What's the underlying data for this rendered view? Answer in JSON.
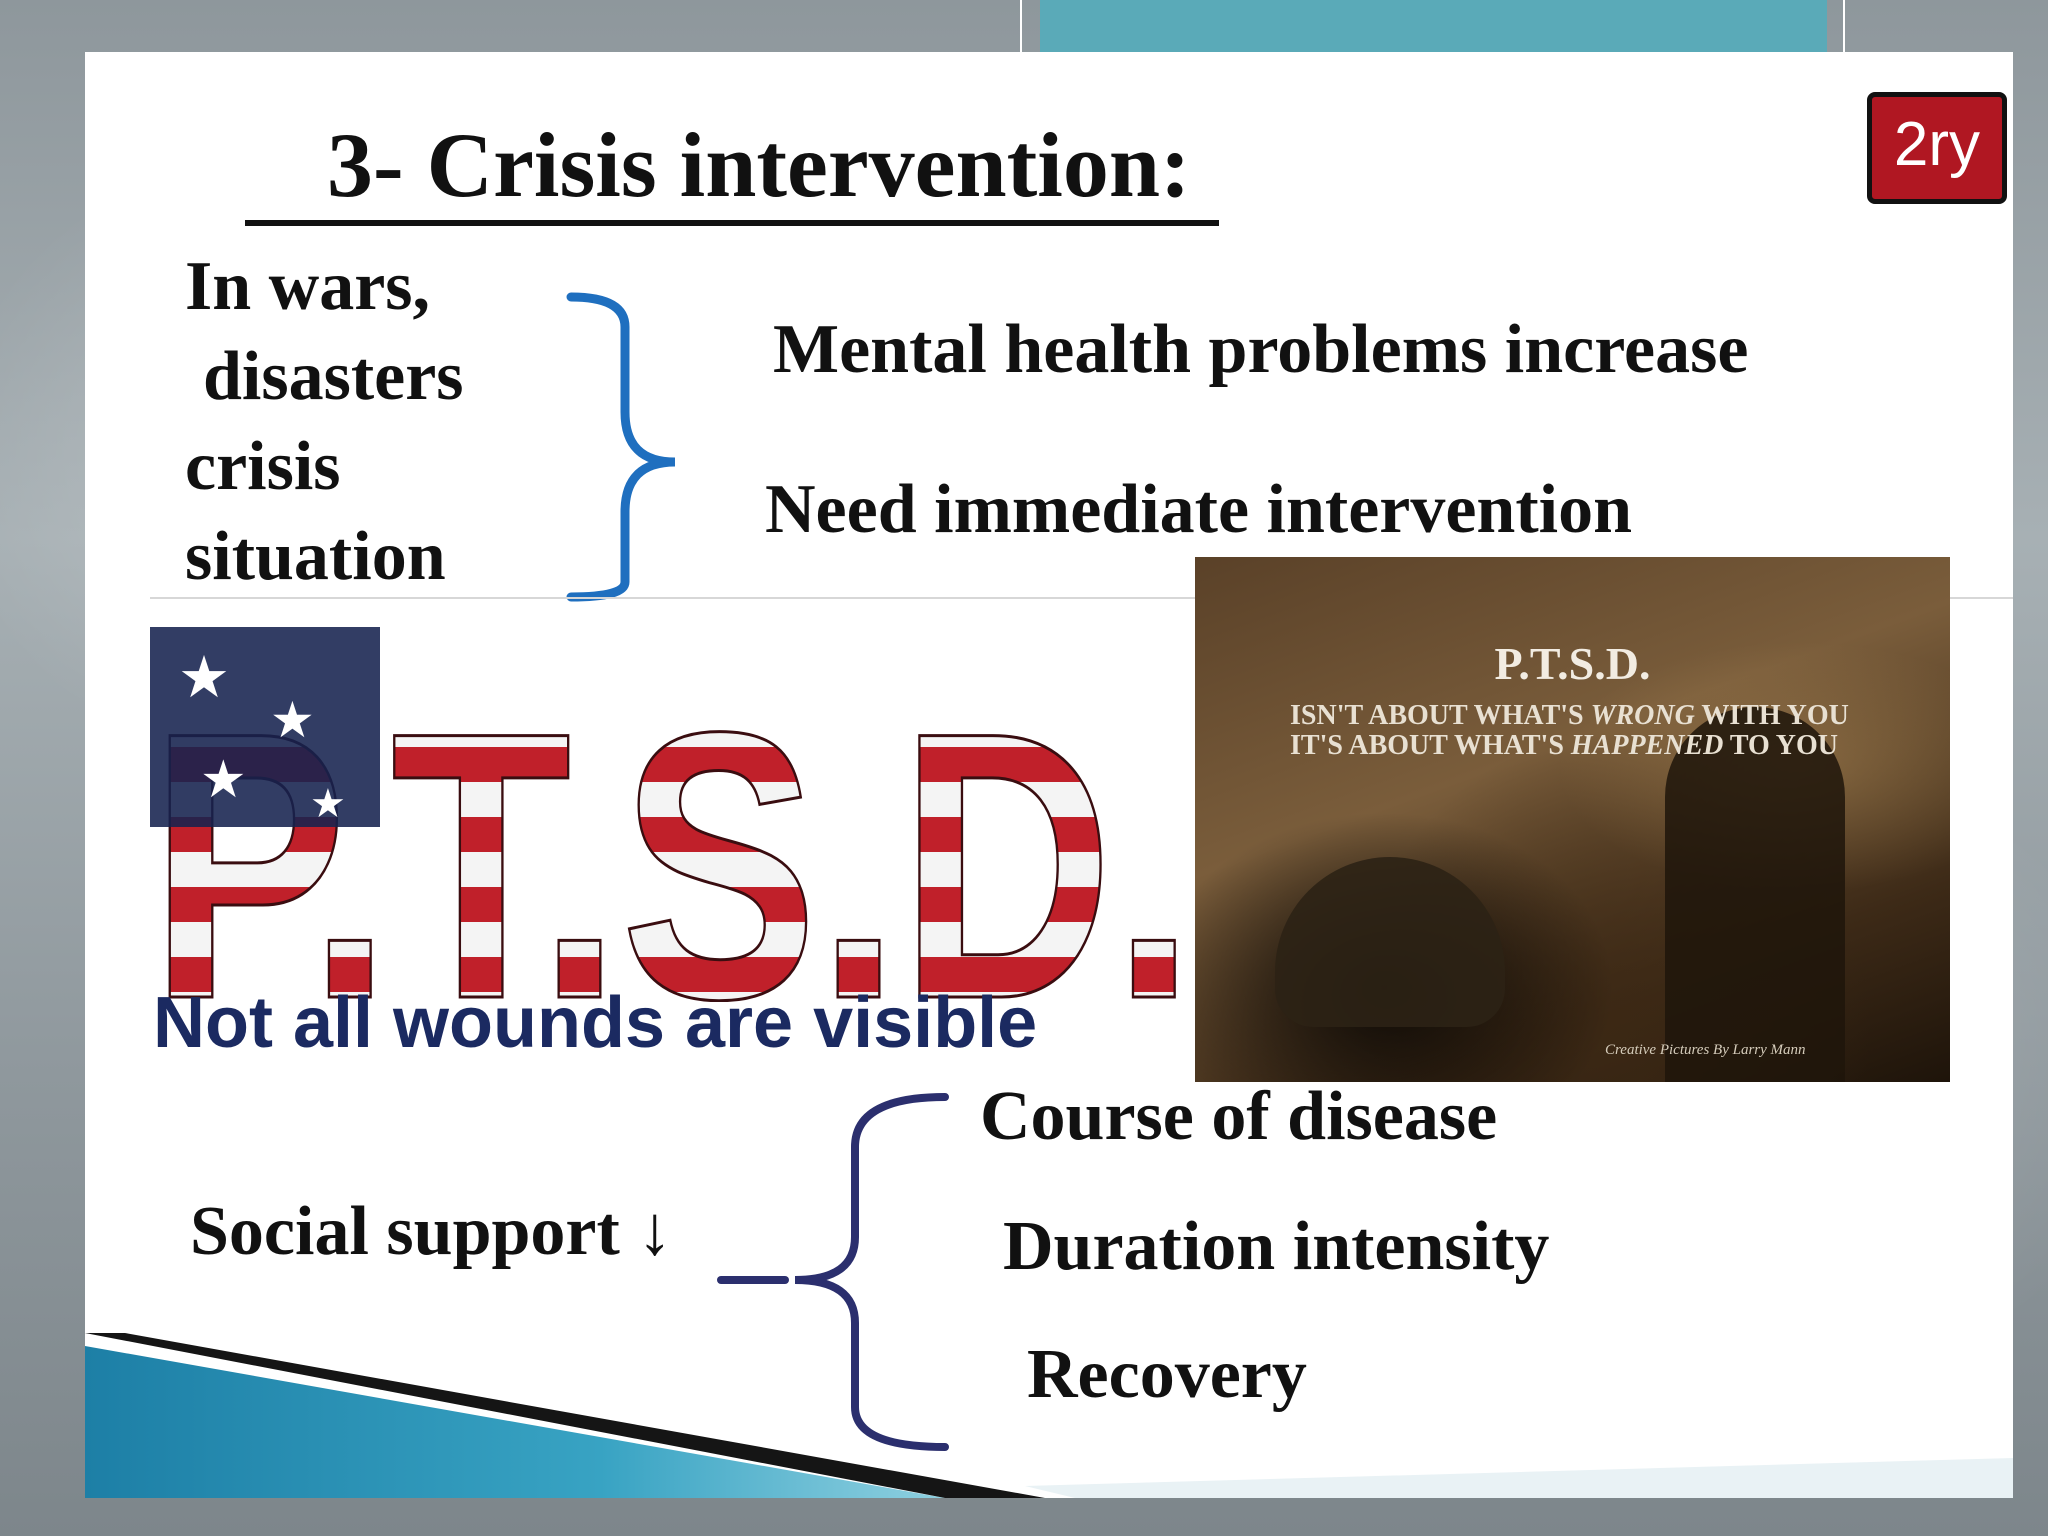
{
  "slide": {
    "title": "3- Crisis intervention:",
    "badge": "2ry",
    "causes": [
      "In wars,",
      "disasters",
      "crisis",
      "situation"
    ],
    "effects": [
      "Mental  health problems increase",
      "Need  immediate intervention"
    ],
    "ptsd_graphic": {
      "letters": "P.T.S.D.",
      "caption": "Not all wounds are visible"
    },
    "photo": {
      "title": "P.T.S.D.",
      "line1_a": "ISN'T ABOUT WHAT'S",
      "line1_em": "WRONG",
      "line1_b": "WITH YOU",
      "line2_a": "IT'S ABOUT WHAT'S",
      "line2_em": "HAPPENED",
      "line2_b": "TO YOU",
      "credit": "Creative Pictures By Larry Mann"
    },
    "support_label": "Social support ↓",
    "outcomes": [
      "Course  of disease",
      "Duration  intensity",
      "Recovery"
    ]
  },
  "colors": {
    "bracket_blue": "#1f6fbf",
    "bracket_navy": "#2b2f6e",
    "caption_navy": "#1b2a61",
    "badge_red": "#b01722",
    "teal_bar": "#5aaab8"
  }
}
